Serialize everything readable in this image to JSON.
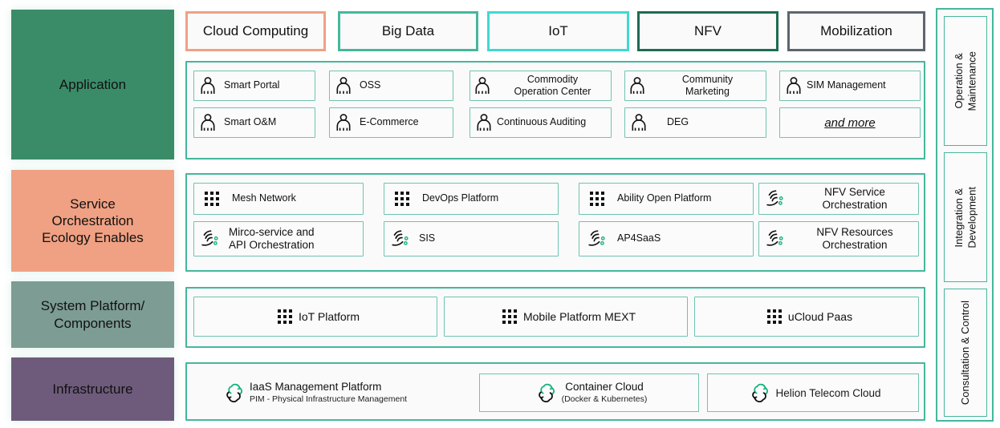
{
  "colors": {
    "teal": "#45B79C",
    "teal_light": "#6FC4B0",
    "application_fill": "#3A8C68",
    "service_fill": "#F0A183",
    "system_fill": "#7D9C93",
    "infrastructure_fill": "#6E5B7B",
    "chip_cloud_computing": "#F0A183",
    "chip_big_data": "#45B79C",
    "chip_iot": "#3FD9D2",
    "chip_nfv": "#1E6B52",
    "chip_mobilization": "#5C6670",
    "icon_green_dot": "#15B37E"
  },
  "layers": [
    {
      "id": "application",
      "label": "Application"
    },
    {
      "id": "service",
      "label": "Service\nOrchestration\nEcology Enables"
    },
    {
      "id": "system",
      "label": "System Platform/\nComponents"
    },
    {
      "id": "infrastructure",
      "label": "Infrastructure"
    }
  ],
  "categories": [
    {
      "label": "Cloud Computing",
      "color_key": "chip_cloud_computing"
    },
    {
      "label": "Big Data",
      "color_key": "chip_big_data"
    },
    {
      "label": "IoT",
      "color_key": "chip_iot"
    },
    {
      "label": "NFV",
      "color_key": "chip_nfv"
    },
    {
      "label": "Mobilization",
      "color_key": "chip_mobilization"
    }
  ],
  "application_items": [
    {
      "label": "Smart Portal",
      "icon": "person-icon",
      "align": "center"
    },
    {
      "label": "OSS",
      "icon": "person-icon",
      "align": "center"
    },
    {
      "label": "Commodity\nOperation Center",
      "icon": "person-icon",
      "align": "center"
    },
    {
      "label": "Community\nMarketing",
      "icon": "person-icon",
      "align": "center"
    },
    {
      "label": "SIM Management",
      "icon": "person-icon",
      "align": "tight"
    },
    {
      "label": "Smart O&M",
      "icon": "person-icon",
      "align": "center"
    },
    {
      "label": "E-Commerce",
      "icon": "person-icon",
      "align": "center"
    },
    {
      "label": "Continuous Auditing",
      "icon": "person-icon",
      "align": "tight"
    },
    {
      "label": "DEG",
      "icon": "person-icon",
      "align": "center"
    },
    {
      "label": "and more",
      "icon": "none",
      "align": "andmore"
    }
  ],
  "service_items": [
    {
      "label": "Mesh Network",
      "icon": "grid-dots-icon"
    },
    {
      "label": "DevOps Platform",
      "icon": "grid-dots-icon"
    },
    {
      "label": "Ability Open Platform",
      "icon": "grid-dots-icon"
    },
    {
      "label": "NFV Service\nOrchestration",
      "icon": "orchestration-wave-icon"
    },
    {
      "label": "Mirco-service and\nAPI Orchestration",
      "icon": "orchestration-wave-icon"
    },
    {
      "label": "SIS",
      "icon": "orchestration-wave-icon"
    },
    {
      "label": "AP4SaaS",
      "icon": "orchestration-wave-icon"
    },
    {
      "label": "NFV Resources\nOrchestration",
      "icon": "orchestration-wave-icon"
    }
  ],
  "system_items": [
    {
      "label": "IoT Platform",
      "icon": "grid-dots-icon"
    },
    {
      "label": "Mobile Platform MEXT",
      "icon": "grid-dots-icon"
    },
    {
      "label": "uCloud Paas",
      "icon": "grid-dots-icon"
    }
  ],
  "infrastructure_items": [
    {
      "title": "IaaS Management Platform",
      "subtitle": "PIM - Physical Infrastructure Management",
      "icon": "cloud-refresh-icon",
      "boxed": false
    },
    {
      "title": "Container Cloud",
      "subtitle": "(Docker & Kubernetes)",
      "icon": "cloud-refresh-icon",
      "boxed": true
    },
    {
      "title": "Helion Telecom Cloud",
      "subtitle": "",
      "icon": "cloud-refresh-icon",
      "boxed": true
    }
  ],
  "right_rail": [
    {
      "label": "Operation &\nMaintenance"
    },
    {
      "label": "Integration &\nDevelopment"
    },
    {
      "label": "Consultation & Control"
    }
  ]
}
